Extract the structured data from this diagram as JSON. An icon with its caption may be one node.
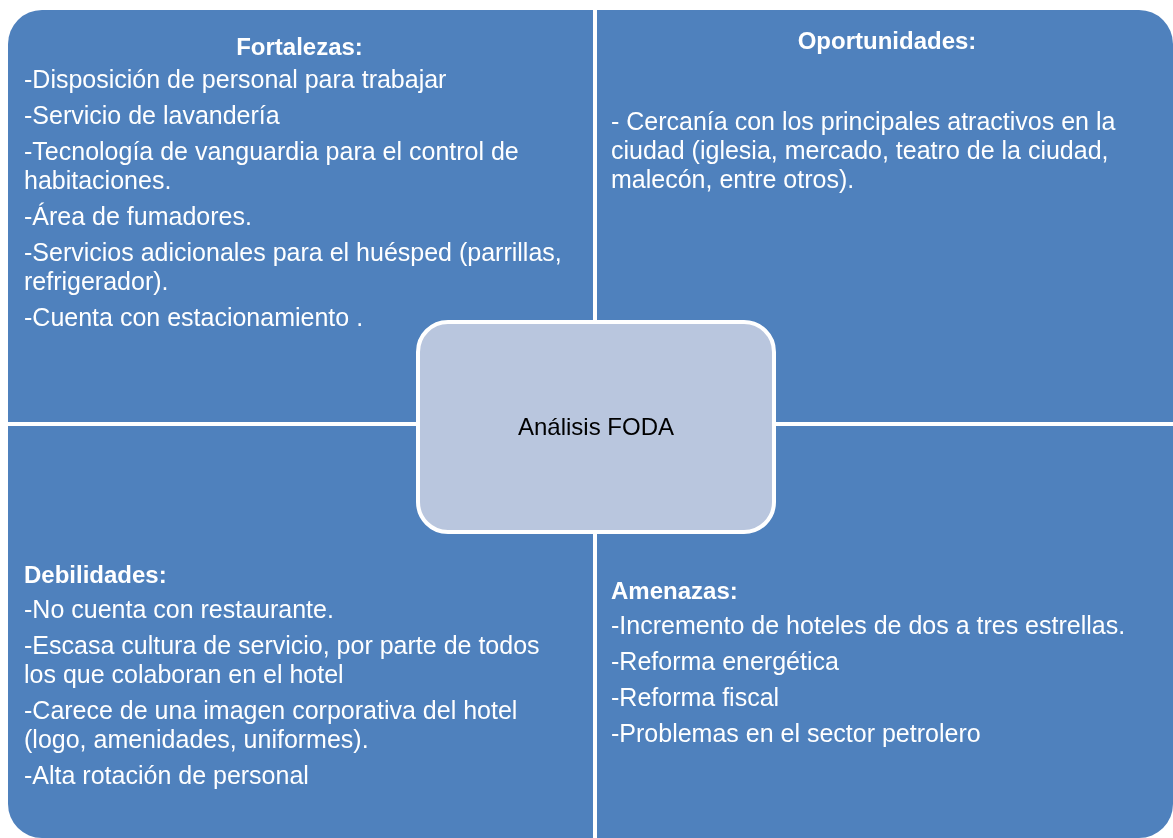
{
  "diagram": {
    "nodes": [
      {
        "text": [
          "Fortalezas:",
          "-Disposición de personal para trabajar",
          "-Servicio de lavandería",
          "-Tecnología de vanguardia para el control de habitaciones.",
          "-Área de  fumadores.",
          "-Servicios adicionales para el huésped (parrillas, refrigerador).",
          "-Cuenta con estacionamiento ."
        ]
      },
      {
        "text": [
          "Oportunidades:",
          "- Cercanía con los principales atractivos en la ciudad (iglesia, mercado, teatro de la ciudad, malecón, entre otros)."
        ]
      },
      {
        "text": [
          "Debilidades:",
          "-No cuenta con restaurante.",
          "-Escasa cultura de servicio, por parte de todos los que colaboran en el hotel",
          "-Carece de una imagen corporativa del hotel (logo, amenidades, uniformes).",
          "-Alta rotación de personal"
        ]
      },
      {
        "text": [
          "Amenazas:",
          "-Incremento de hoteles de dos a tres estrellas.",
          "-Reforma energética",
          "-Reforma fiscal",
          "-Problemas en el sector petrolero"
        ]
      },
      {
        "text": [
          "Análisis FODA"
        ]
      }
    ],
    "edges": []
  }
}
